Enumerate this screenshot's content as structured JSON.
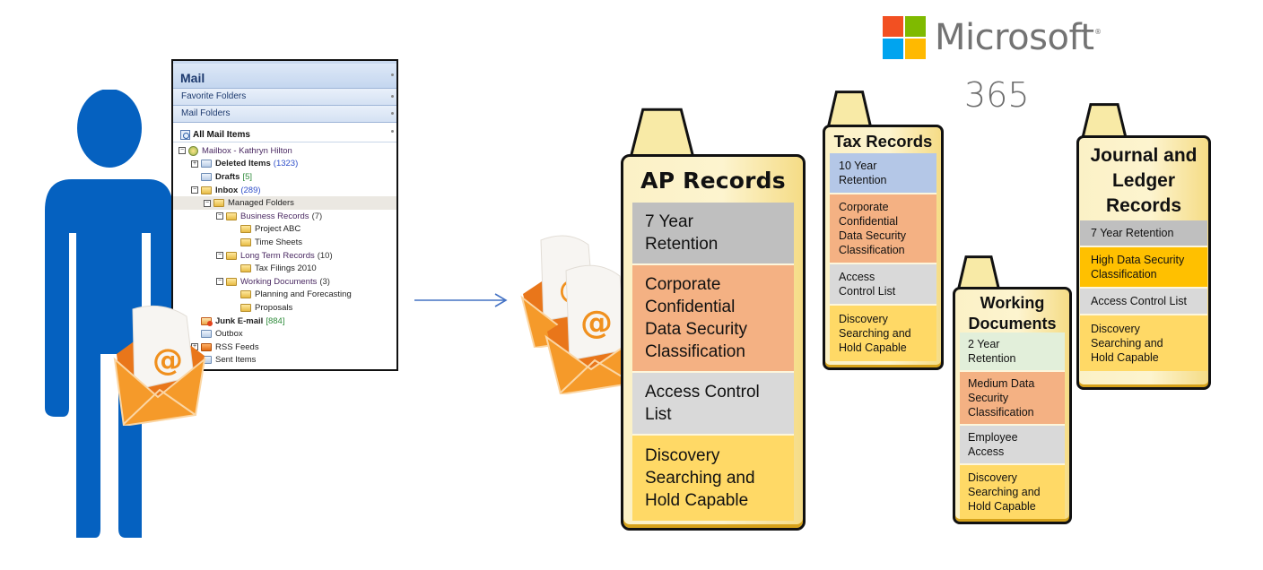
{
  "brand": {
    "logo_word": "Microsoft",
    "logo_mark": "®",
    "product": "365",
    "logo_colors": [
      "#f25022",
      "#7fba00",
      "#00a4ef",
      "#ffb900"
    ]
  },
  "colors": {
    "person": "#0561c0",
    "arrow": "#4472c4",
    "envelope": "#f2881d",
    "retention_gray": "#bfbfbf",
    "retention_blue": "#b4c7e7",
    "retention_green": "#e2efda",
    "security_orange": "#f4b183",
    "security_high": "#ffc000",
    "access_gray": "#d9d9d9",
    "discovery_yellow": "#ffd966"
  },
  "mail_panel": {
    "title": "Mail",
    "favorite_folders": "Favorite Folders",
    "mail_folders": "Mail Folders",
    "all_mail_items": "All Mail Items",
    "tree": [
      {
        "label": "Mailbox - Kathryn Hilton",
        "count": "",
        "level": 0,
        "expander": "⊟",
        "icon": "mailbox",
        "style": "purple"
      },
      {
        "label": "Deleted Items",
        "count": "(1323)",
        "count_style": "blue",
        "level": 1,
        "expander": "⊞",
        "icon": "special",
        "style": "bold"
      },
      {
        "label": "Drafts",
        "count": "[5]",
        "count_style": "green",
        "level": 1,
        "expander": "",
        "icon": "special",
        "style": "bold"
      },
      {
        "label": "Inbox",
        "count": "(289)",
        "count_style": "blue",
        "level": 1,
        "expander": "⊟",
        "icon": "folder",
        "style": "bold"
      },
      {
        "label": "Managed Folders",
        "count": "",
        "level": 2,
        "expander": "⊟",
        "icon": "folder",
        "style": "",
        "selected": true
      },
      {
        "label": "Business Records",
        "count": "(7)",
        "count_style": "plain",
        "level": 3,
        "expander": "⊟",
        "icon": "folder",
        "style": "purple"
      },
      {
        "label": "Project ABC",
        "count": "",
        "level": 4,
        "expander": "",
        "icon": "folder",
        "style": ""
      },
      {
        "label": "Time Sheets",
        "count": "",
        "level": 4,
        "expander": "",
        "icon": "folder",
        "style": ""
      },
      {
        "label": "Long Term Records",
        "count": "(10)",
        "count_style": "plain",
        "level": 3,
        "expander": "⊟",
        "icon": "folder",
        "style": "purple"
      },
      {
        "label": "Tax Filings 2010",
        "count": "",
        "level": 4,
        "expander": "",
        "icon": "folder",
        "style": ""
      },
      {
        "label": "Working Documents",
        "count": "(3)",
        "count_style": "plain",
        "level": 3,
        "expander": "⊟",
        "icon": "folder",
        "style": "purple"
      },
      {
        "label": "Planning and Forecasting",
        "count": "",
        "level": 4,
        "expander": "",
        "icon": "folder",
        "style": ""
      },
      {
        "label": "Proposals",
        "count": "",
        "level": 4,
        "expander": "",
        "icon": "folder",
        "style": ""
      },
      {
        "label": "Junk E-mail",
        "count": "[884]",
        "count_style": "green",
        "level": 1,
        "expander": "",
        "icon": "junk",
        "style": "bold"
      },
      {
        "label": "Outbox",
        "count": "",
        "level": 1,
        "expander": "",
        "icon": "special",
        "style": ""
      },
      {
        "label": "RSS Feeds",
        "count": "",
        "level": 1,
        "expander": "⊞",
        "icon": "rss",
        "style": ""
      },
      {
        "label": "Sent Items",
        "count": "",
        "level": 1,
        "expander": "",
        "icon": "special",
        "style": ""
      }
    ]
  },
  "records": [
    {
      "id": "ap",
      "title": "AP Records",
      "cells": [
        {
          "text": "7 Year\nRetention",
          "color": "#bfbfbf",
          "lines": 2
        },
        {
          "text": "Corporate\nConfidential\nData Security\nClassification",
          "color": "#f4b183",
          "lines": 4
        },
        {
          "text": "Access Control\nList",
          "color": "#d9d9d9",
          "lines": 2
        },
        {
          "text": "Discovery\nSearching and\nHold Capable",
          "color": "#ffd966",
          "lines": 3
        }
      ]
    },
    {
      "id": "tax",
      "title": "Tax Records",
      "cells": [
        {
          "text": "10 Year\nRetention",
          "color": "#b4c7e7",
          "lines": 2
        },
        {
          "text": "Corporate\nConfidential\nData Security\nClassification",
          "color": "#f4b183",
          "lines": 4
        },
        {
          "text": "Access\nControl List",
          "color": "#d9d9d9",
          "lines": 2
        },
        {
          "text": "Discovery\nSearching and\nHold Capable",
          "color": "#ffd966",
          "lines": 3
        }
      ]
    },
    {
      "id": "work",
      "title": "Working\nDocuments",
      "cells": [
        {
          "text": "2 Year\nRetention",
          "color": "#e2efda",
          "lines": 2
        },
        {
          "text": "Medium Data\nSecurity\nClassification",
          "color": "#f4b183",
          "lines": 3
        },
        {
          "text": "Employee\nAccess",
          "color": "#d9d9d9",
          "lines": 2
        },
        {
          "text": "Discovery\nSearching and\nHold Capable",
          "color": "#ffd966",
          "lines": 3
        }
      ]
    },
    {
      "id": "journal",
      "title": "Journal and\nLedger\nRecords",
      "cells": [
        {
          "text": "7 Year Retention",
          "color": "#bfbfbf",
          "lines": 1
        },
        {
          "text": "High Data Security\nClassification",
          "color": "#ffc000",
          "lines": 2
        },
        {
          "text": "Access Control List",
          "color": "#d9d9d9",
          "lines": 1
        },
        {
          "text": "Discovery\nSearching and\nHold Capable",
          "color": "#ffd966",
          "lines": 3
        }
      ]
    }
  ],
  "icons": {
    "person": "person-icon",
    "envelope": "email-envelope-icon",
    "arrow": "arrow-right-icon",
    "folder": "folder-icon"
  }
}
